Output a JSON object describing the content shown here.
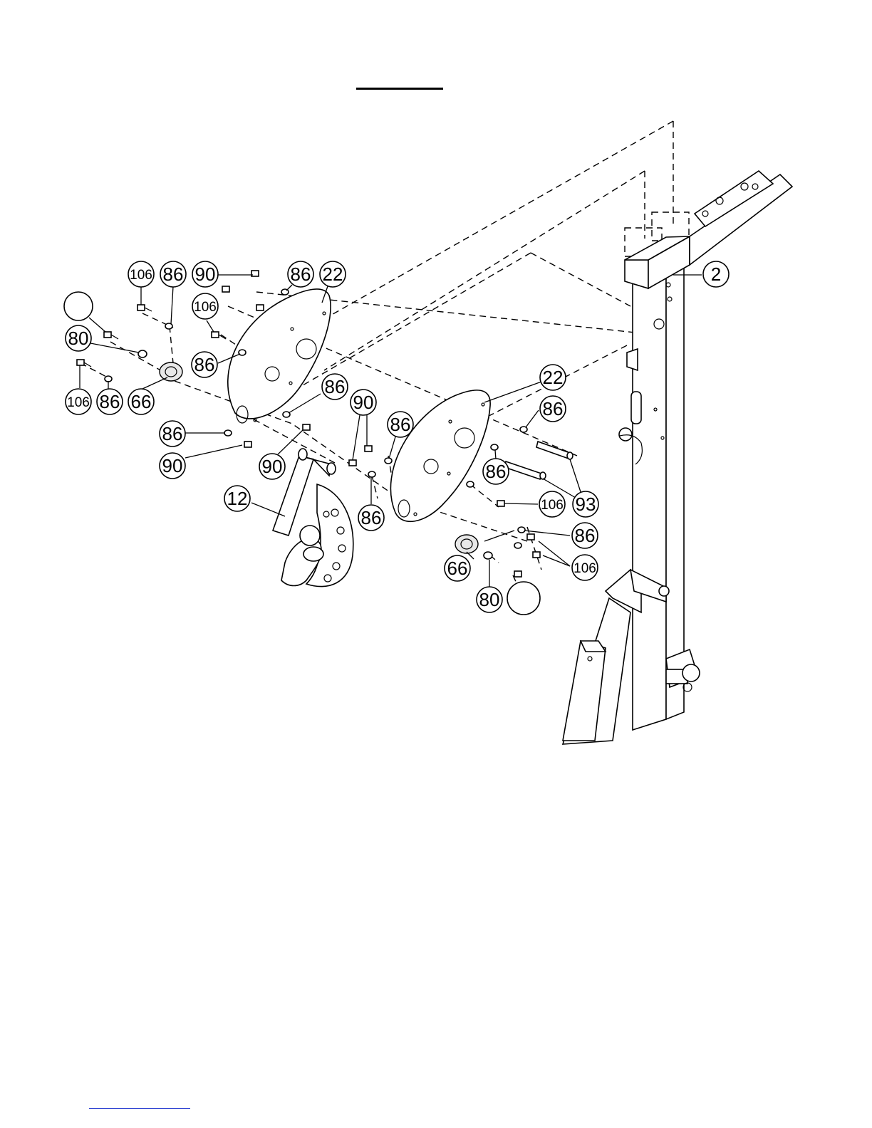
{
  "diagram": {
    "callouts": [
      {
        "label": "106"
      },
      {
        "label": "86"
      },
      {
        "label": "90"
      },
      {
        "label": "86"
      },
      {
        "label": "22"
      },
      {
        "label": "106"
      },
      {
        "label": "80"
      },
      {
        "label": "86"
      },
      {
        "label": "106"
      },
      {
        "label": "86"
      },
      {
        "label": "66"
      },
      {
        "label": "86"
      },
      {
        "label": "86"
      },
      {
        "label": "90"
      },
      {
        "label": "90"
      },
      {
        "label": "90"
      },
      {
        "label": "86"
      },
      {
        "label": "86"
      },
      {
        "label": "12"
      },
      {
        "label": "22"
      },
      {
        "label": "86"
      },
      {
        "label": "86"
      },
      {
        "label": "106"
      },
      {
        "label": "93"
      },
      {
        "label": "86"
      },
      {
        "label": "106"
      },
      {
        "label": "66"
      },
      {
        "label": "80"
      },
      {
        "label": "2"
      },
      {
        "label": ""
      },
      {
        "label": ""
      }
    ]
  }
}
